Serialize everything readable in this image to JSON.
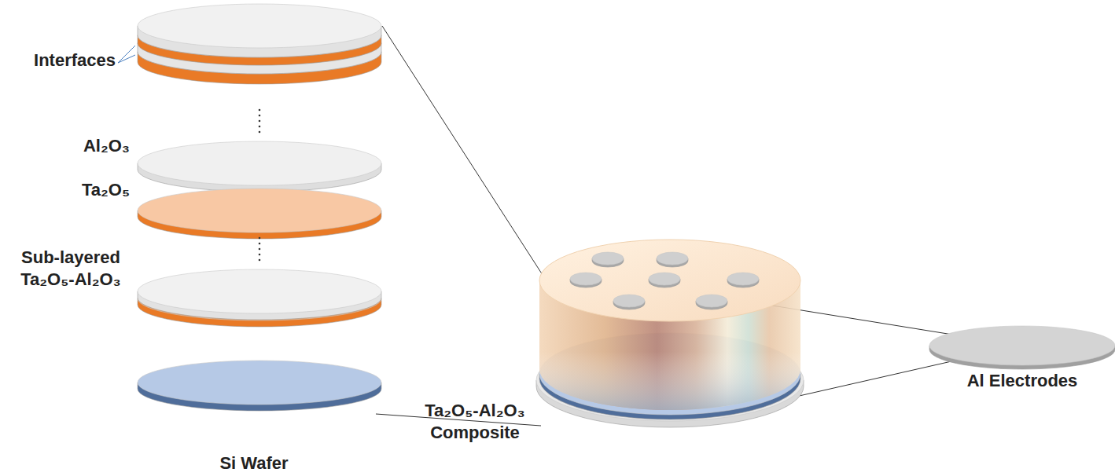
{
  "diagram": {
    "labels": [
      "Interfaces",
      "Al₂O₃",
      "Ta₂O₅",
      "Sub-layered Ta₂O₅-Al₂O₃",
      "Si Wafer",
      "Ta₂O₅-Al₂O₃ Composite",
      "Al Electrodes"
    ]
  }
}
